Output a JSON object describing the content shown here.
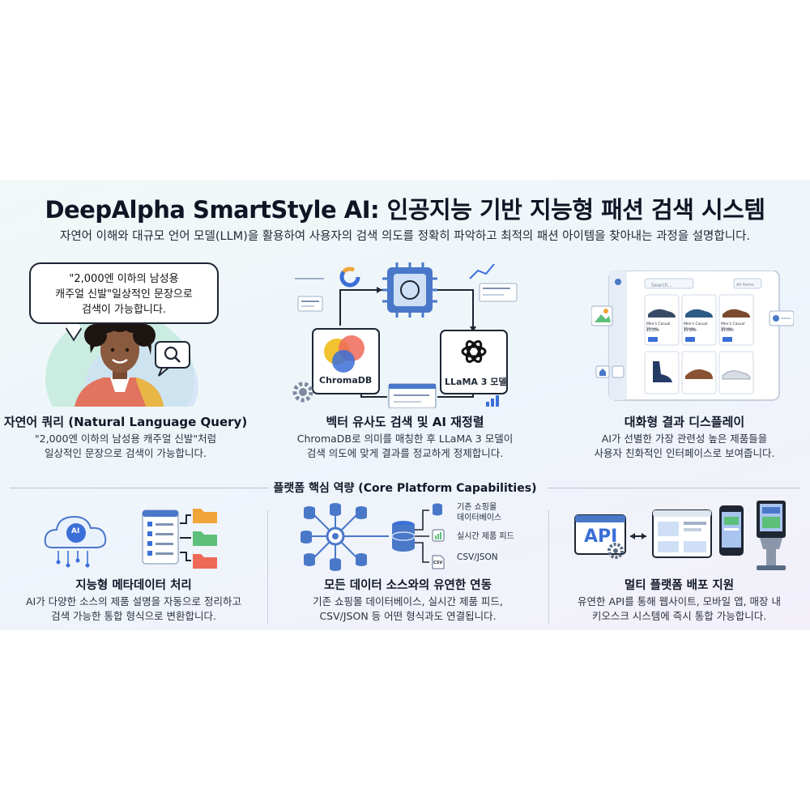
{
  "title": "DeepAlpha SmartStyle AI: 인공지능 기반 지능형 패션 검색 시스템",
  "subtitle": "자연어 이해와 대규모 언어 모델(LLM)을 활용하여 사용자의 검색 의도를 정확히 파악하고 최적의 패션 아이템을 찾아내는 과정을 설명합니다.",
  "section1": {
    "bubble": [
      "\"2,000엔 이하의 남성용",
      "캐주얼 신발\"일상적인 문장으로",
      "검색이 가능합니다."
    ],
    "title": "자연어 쿼리 (Natural Language Query)",
    "desc": [
      "\"2,000엔 이하의 남성용 캐주얼 신발\"처럼",
      "일상적인 문장으로 검색이 가능합니다."
    ]
  },
  "section2": {
    "chromadb_label": "ChromaDB",
    "llama_label": "LLaMA 3 모델",
    "title": "벡터 유사도 검색 및 AI 재정렬",
    "desc": [
      "ChromaDB로 의미를 매칭한 후 LLaMA 3 모델이",
      "검색 의도에 맞게 결과를 정교하게 정제합니다."
    ]
  },
  "section3": {
    "search_placeholder": "Search...",
    "filter_label": "All Items",
    "products": [
      {
        "name": "Men's Casual Shoes",
        "price": "$1,199",
        "color": "#3a4a66"
      },
      {
        "name": "Men's Casual Shoes",
        "price": "$1,499",
        "color": "#2e5a86"
      },
      {
        "name": "Men's Casual Shoes",
        "price": "$1,490",
        "color": "#7a4a2e"
      }
    ],
    "title": "대화형 결과 디스플레이",
    "desc": [
      "AI가 선별한 가장 관련성 높은 제품들을",
      "사용자 친화적인 인터페이스로 보여줍니다."
    ]
  },
  "capabilities_heading": "플랫폼 핵심 역량 (Core Platform Capabilities)",
  "cap1": {
    "icon_text": "AI",
    "title": "지능형 메타데이터 처리",
    "desc": [
      "AI가 다양한 소스의 제품 설명을 자동으로 정리하고",
      "검색 가능한 통합 형식으로 변환합니다."
    ]
  },
  "cap2": {
    "sources": [
      [
        "기존 쇼핑몰",
        "데이터베이스"
      ],
      [
        "실시간 제품 피드"
      ],
      [
        "CSV/JSON"
      ]
    ],
    "csv_icon_text": "CSV",
    "title": "모든 데이터 소스와의 유연한 연동",
    "desc": [
      "기존 쇼핑몰 데이터베이스, 실시간 제품 피드,",
      "CSV/JSON 등 어떤 형식과도 연결됩니다."
    ]
  },
  "cap3": {
    "api_text": "API",
    "title": "멀티 플랫폼 배포 지원",
    "desc": [
      "유연한 API를 통해 웹사이트, 모바일 앱, 매장 내",
      "키오스크 시스템에 즉시 통합 가능합니다."
    ]
  },
  "colors": {
    "accent_blue": "#3b6fd8",
    "db_blue": "#4a78c9",
    "folder_orange": "#f0a53a",
    "folder_green": "#5cbf7a",
    "folder_red": "#ee6a57"
  }
}
